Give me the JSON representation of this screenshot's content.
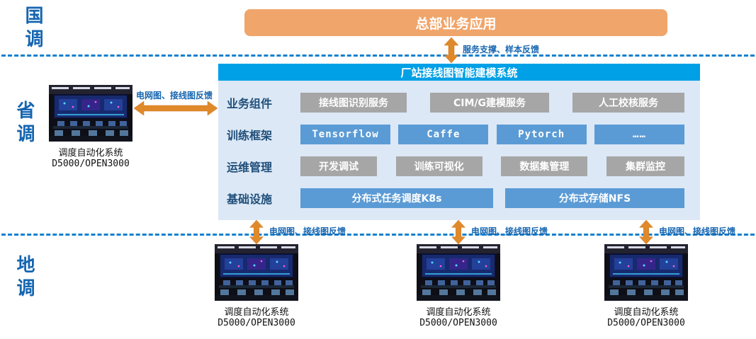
{
  "zones": [
    {
      "id": "national",
      "label": "国调"
    },
    {
      "id": "provincial",
      "label": "省调"
    },
    {
      "id": "district",
      "label": "地调"
    }
  ],
  "hq_box": {
    "label": "总部业务应用"
  },
  "labels": {
    "hq_feedback": "服务支撑、样本反馈",
    "grid_feedback": "电网图、接线图反馈"
  },
  "panel": {
    "title": "厂站接线图智能建模系统",
    "rows": [
      {
        "label": "业务组件",
        "items": [
          "接线图识别服务",
          "CIM/G建模服务",
          "人工校核服务"
        ]
      },
      {
        "label": "训练框架",
        "items": [
          "Tensorflow",
          "Caffe",
          "Pytorch",
          "……"
        ]
      },
      {
        "label": "运维管理",
        "items": [
          "开发调试",
          "训练可视化",
          "数据集管理",
          "集群监控"
        ]
      },
      {
        "label": "基础设施",
        "items": [
          "分布式任务调度K8s",
          "分布式存储NFS"
        ]
      }
    ]
  },
  "station": {
    "line1": "调度自动化系统",
    "line2": "D5000/OPEN3000"
  },
  "colors": {
    "hq_box_orange": "#F0A56B",
    "arrow_orange": "#E0892B",
    "panel_header_blue": "#00A0E6",
    "panel_bg": "#DCE8F6",
    "box_gray": "#A6A6A6",
    "box_blue": "#5B9BD5",
    "zone_text_blue": "#1565B0",
    "divider_blue": "#1080D0"
  }
}
